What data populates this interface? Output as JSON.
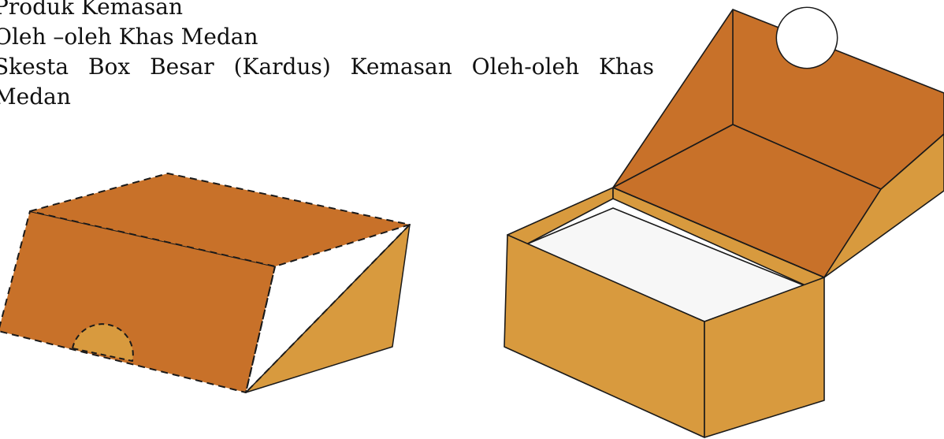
{
  "heading": {
    "line1": "Produk Kemasan",
    "line2": "Oleh –oleh Khas Medan",
    "line3": "Skesta Box Besar (Kardus) Kemasan Oleh-oleh Khas",
    "line4": "Medan"
  },
  "colors": {
    "dark_brown": "#C87129",
    "light_brown": "#D89A3E",
    "white_interior": "#F7F7F7",
    "outline": "#1a1a1a"
  },
  "illustrations": [
    {
      "name": "closed-box",
      "style": "dashed outline"
    },
    {
      "name": "open-box",
      "style": "solid outline"
    }
  ]
}
